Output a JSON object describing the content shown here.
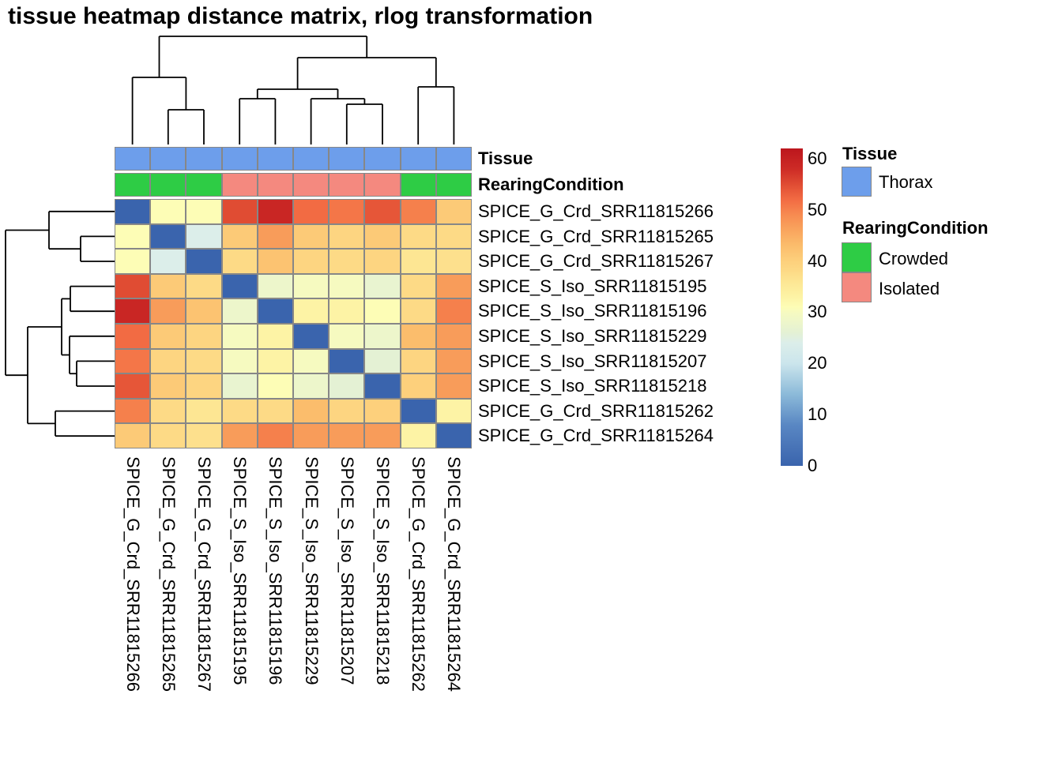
{
  "title": "tissue heatmap distance matrix, rlog transformation",
  "chart_data": {
    "type": "heatmap",
    "title": "tissue heatmap distance matrix, rlog transformation",
    "rows": [
      "SPICE_G_Crd_SRR11815266",
      "SPICE_G_Crd_SRR11815265",
      "SPICE_G_Crd_SRR11815267",
      "SPICE_S_Iso_SRR11815195",
      "SPICE_S_Iso_SRR11815196",
      "SPICE_S_Iso_SRR11815229",
      "SPICE_S_Iso_SRR11815207",
      "SPICE_S_Iso_SRR11815218",
      "SPICE_G_Crd_SRR11815262",
      "SPICE_G_Crd_SRR11815264"
    ],
    "columns": [
      "SPICE_G_Crd_SRR11815266",
      "SPICE_G_Crd_SRR11815265",
      "SPICE_G_Crd_SRR11815267",
      "SPICE_S_Iso_SRR11815195",
      "SPICE_S_Iso_SRR11815196",
      "SPICE_S_Iso_SRR11815229",
      "SPICE_S_Iso_SRR11815207",
      "SPICE_S_Iso_SRR11815218",
      "SPICE_G_Crd_SRR11815262",
      "SPICE_G_Crd_SRR11815264"
    ],
    "values": [
      [
        0,
        31,
        31,
        55,
        59,
        52,
        51,
        54,
        50,
        41
      ],
      [
        31,
        0,
        24,
        41,
        47,
        41,
        39,
        41,
        38,
        38
      ],
      [
        31,
        24,
        0,
        38,
        42,
        39,
        38,
        39,
        36,
        37
      ],
      [
        55,
        41,
        38,
        0,
        28,
        30,
        30,
        27,
        38,
        47
      ],
      [
        59,
        47,
        42,
        28,
        0,
        33,
        33,
        31,
        38,
        50
      ],
      [
        52,
        41,
        39,
        30,
        33,
        0,
        30,
        28,
        43,
        47
      ],
      [
        51,
        39,
        38,
        30,
        33,
        30,
        0,
        26,
        39,
        47
      ],
      [
        54,
        41,
        39,
        27,
        31,
        28,
        26,
        0,
        40,
        47
      ],
      [
        50,
        38,
        36,
        38,
        38,
        43,
        39,
        40,
        0,
        33
      ],
      [
        41,
        38,
        37,
        47,
        50,
        47,
        47,
        47,
        33,
        0
      ]
    ],
    "value_range": [
      0,
      62
    ],
    "grid_border_color": "#878787",
    "colormap": "RdYlBu reversed",
    "colormap_stops": [
      [
        0,
        "#3A64AD"
      ],
      [
        8,
        "#5987C3"
      ],
      [
        14,
        "#8CBAD9"
      ],
      [
        20,
        "#CBE5EC"
      ],
      [
        24,
        "#DCEEEA"
      ],
      [
        26,
        "#E4F1D4"
      ],
      [
        28,
        "#EDF6CB"
      ],
      [
        30,
        "#F6FAC0"
      ],
      [
        31,
        "#FDFDB6"
      ],
      [
        33,
        "#FDF3A5"
      ],
      [
        36,
        "#FDE693"
      ],
      [
        38,
        "#FDDA86"
      ],
      [
        40,
        "#FDD07C"
      ],
      [
        43,
        "#FBBD6C"
      ],
      [
        46,
        "#F9A55E"
      ],
      [
        49,
        "#F78B51"
      ],
      [
        52,
        "#F26B43"
      ],
      [
        55,
        "#E04C33"
      ],
      [
        58,
        "#CD2B26"
      ],
      [
        62,
        "#BC161D"
      ]
    ]
  },
  "annotations": {
    "tissue": {
      "label": "Tissue",
      "values": [
        "Thorax",
        "Thorax",
        "Thorax",
        "Thorax",
        "Thorax",
        "Thorax",
        "Thorax",
        "Thorax",
        "Thorax",
        "Thorax"
      ],
      "colors": {
        "Thorax": "#6D9EEB"
      }
    },
    "rearing": {
      "label": "RearingCondition",
      "values": [
        "Crowded",
        "Crowded",
        "Crowded",
        "Isolated",
        "Isolated",
        "Isolated",
        "Isolated",
        "Isolated",
        "Crowded",
        "Crowded"
      ],
      "colors": {
        "Crowded": "#2ECC45",
        "Isolated": "#F4897F"
      }
    }
  },
  "legend": {
    "colorbar_ticks": [
      60,
      50,
      40,
      30,
      20,
      10,
      0
    ],
    "tissue": {
      "title": "Tissue",
      "items": [
        {
          "label": "Thorax",
          "color": "#6D9EEB"
        }
      ]
    },
    "rearing": {
      "title": "RearingCondition",
      "items": [
        {
          "label": "Crowded",
          "color": "#2ECC45"
        },
        {
          "label": "Isolated",
          "color": "#F4897F"
        }
      ]
    }
  },
  "dendrograms": {
    "line_color": "#000000",
    "top_segments": [
      [
        167.6,
        183,
        167.6,
        98
      ],
      [
        212.8,
        183,
        212.8,
        139
      ],
      [
        258,
        183,
        258,
        139
      ],
      [
        212.8,
        139,
        258,
        139
      ],
      [
        235.4,
        139,
        235.4,
        98
      ],
      [
        167.6,
        98,
        235.4,
        98
      ],
      [
        201.5,
        98,
        201.5,
        46
      ],
      [
        303.2,
        183,
        303.2,
        125
      ],
      [
        348.4,
        183,
        348.4,
        125
      ],
      [
        303.2,
        125,
        348.4,
        125
      ],
      [
        325.8,
        125,
        325.8,
        113
      ],
      [
        393.6,
        183,
        393.6,
        125
      ],
      [
        438.8,
        183,
        438.8,
        132
      ],
      [
        484,
        183,
        484,
        132
      ],
      [
        438.8,
        132,
        484,
        132
      ],
      [
        461.4,
        132,
        461.4,
        125
      ],
      [
        393.6,
        125,
        461.4,
        125
      ],
      [
        427.5,
        125,
        427.5,
        113
      ],
      [
        325.8,
        113,
        427.5,
        113
      ],
      [
        376.6,
        113,
        376.6,
        73
      ],
      [
        529.2,
        183,
        529.2,
        110
      ],
      [
        574.4,
        183,
        574.4,
        110
      ],
      [
        529.2,
        110,
        574.4,
        110
      ],
      [
        551.8,
        110,
        551.8,
        73
      ],
      [
        376.6,
        73,
        551.8,
        73
      ],
      [
        464.2,
        73,
        464.2,
        46
      ],
      [
        201.5,
        46,
        464.2,
        46
      ]
    ],
    "left_segments": [
      [
        145,
        267.8,
        62,
        267.8
      ],
      [
        145,
        299.4,
        102,
        299.4
      ],
      [
        145,
        331,
        102,
        331
      ],
      [
        102,
        299.4,
        102,
        331
      ],
      [
        102,
        315.2,
        62,
        315.2
      ],
      [
        62,
        267.8,
        62,
        315.2
      ],
      [
        62,
        291.5,
        7,
        291.5
      ],
      [
        145,
        362.6,
        89,
        362.6
      ],
      [
        145,
        394.2,
        89,
        394.2
      ],
      [
        89,
        362.6,
        89,
        394.2
      ],
      [
        89,
        378.4,
        78,
        378.4
      ],
      [
        145,
        425.8,
        88,
        425.8
      ],
      [
        145,
        457.4,
        97,
        457.4
      ],
      [
        145,
        489,
        97,
        489
      ],
      [
        97,
        457.4,
        97,
        489
      ],
      [
        97,
        473.2,
        88,
        473.2
      ],
      [
        88,
        425.8,
        88,
        473.2
      ],
      [
        88,
        449.5,
        78,
        449.5
      ],
      [
        78,
        378.4,
        78,
        449.5
      ],
      [
        78,
        414,
        35,
        414
      ],
      [
        145,
        520.6,
        70,
        520.6
      ],
      [
        145,
        552.2,
        70,
        552.2
      ],
      [
        70,
        520.6,
        70,
        552.2
      ],
      [
        70,
        536.4,
        35,
        536.4
      ],
      [
        35,
        414,
        35,
        536.4
      ],
      [
        35,
        475.2,
        7,
        475.2
      ],
      [
        7,
        291.5,
        7,
        475.2
      ]
    ]
  }
}
